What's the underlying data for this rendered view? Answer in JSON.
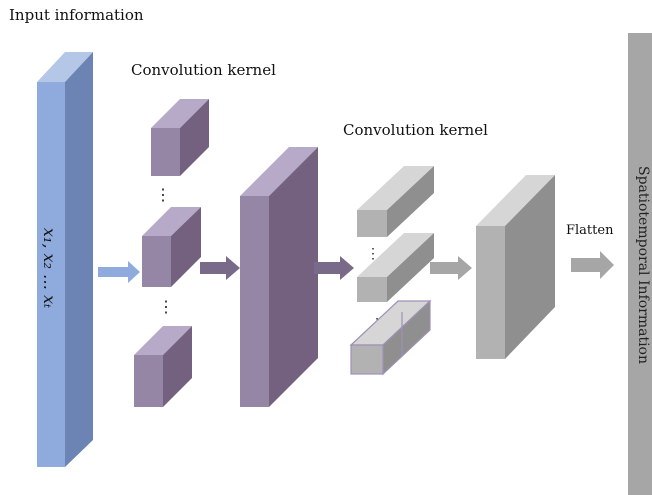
{
  "labels": {
    "input_title": "Input information",
    "kernel_title_1": "Convolution kernel",
    "kernel_title_2": "Convolution kernel",
    "flatten": "Flatten",
    "output": "Spatiotemporal Information",
    "input_sequence": "x₁, x₂ … xₜ",
    "ellipsis": "⋮"
  },
  "colors": {
    "input_front": "#8faadc",
    "input_side": "#6b84b4",
    "input_top": "#b4c7e7",
    "purple_front": "#9686a6",
    "purple_side": "#73617f",
    "purple_top": "#b7a9c8",
    "gray_front": "#b2b2b2",
    "gray_side": "#8f8f8f",
    "gray_top": "#d6d6d6",
    "output_bar": "#a6a6a6",
    "arrow_blue": "#8faadc",
    "arrow_purple": "#7a6a8a",
    "arrow_gray": "#a6a6a6"
  }
}
